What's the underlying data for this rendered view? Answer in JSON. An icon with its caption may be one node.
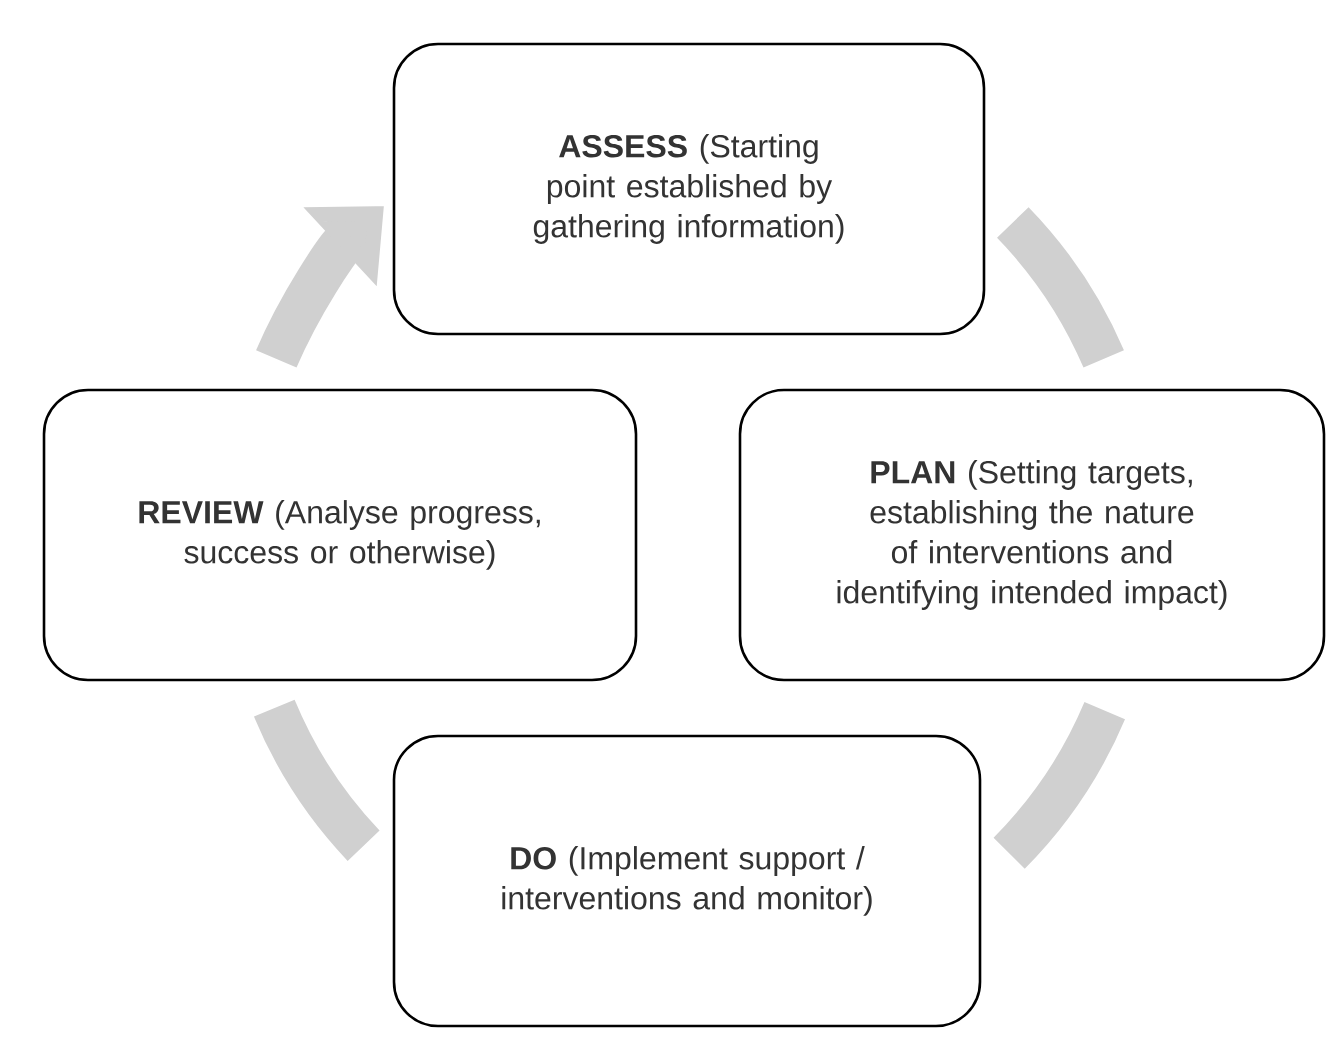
{
  "diagram": {
    "nodes": [
      {
        "text": [
          "**ASSESS** (Starting point established by gathering information)"
        ]
      },
      {
        "text": [
          "**PLAN** (Setting targets, establishing the nature of interventions and identifying intended impact)"
        ]
      },
      {
        "text": [
          "**DO** (Implement support / interventions and monitor)"
        ]
      },
      {
        "text": [
          "**REVIEW** (Analyse progress, success or otherwise)"
        ]
      }
    ],
    "edges": [
      {
        "from": 0,
        "to": 1,
        "arrow": "none"
      },
      {
        "from": 1,
        "to": 2,
        "arrow": "none"
      },
      {
        "from": 2,
        "to": 3,
        "arrow": "none"
      },
      {
        "from": 3,
        "to": 0,
        "arrow": "to"
      }
    ]
  }
}
